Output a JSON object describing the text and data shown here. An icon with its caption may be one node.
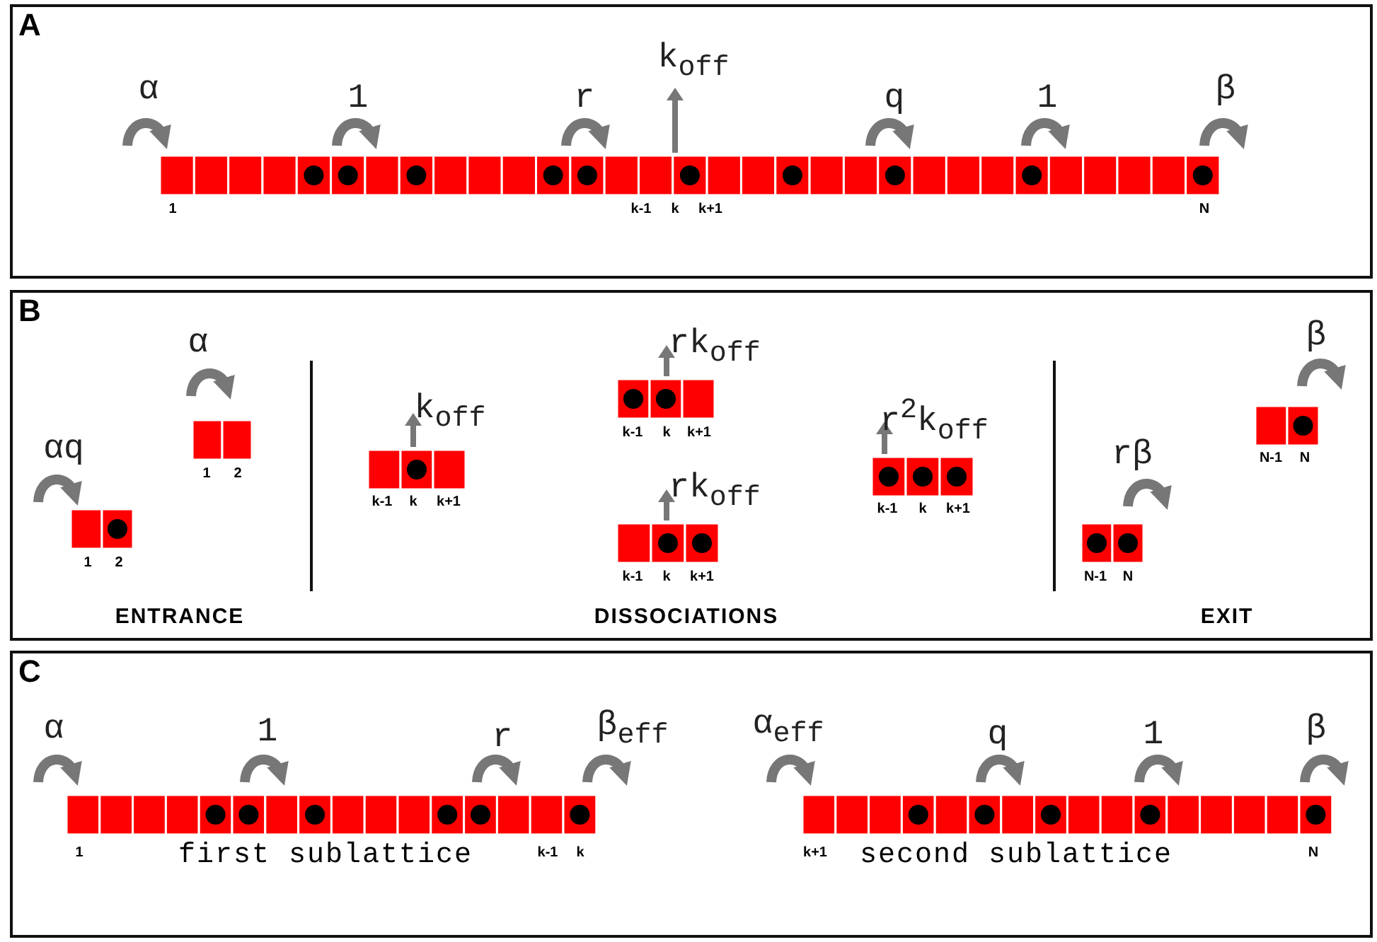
{
  "diagram": {
    "nodes": [
      {
        "text": [
          "A"
        ]
      },
      {
        "text": [
          "B"
        ]
      },
      {
        "text": [
          "C"
        ]
      }
    ],
    "labels": [
      "α",
      "1",
      "r",
      "k$_{off}$",
      "q",
      "1",
      "β",
      "1",
      "k-1",
      "k",
      "k+1",
      "N",
      "α",
      "αq",
      "1",
      "2",
      "1",
      "2",
      "k$_{off}$",
      "k-1",
      "k",
      "k+1",
      "rk$_{off}$",
      "k-1",
      "k",
      "k+1",
      "rk$_{off}$",
      "k-1",
      "k",
      "k+1",
      "r$^{2}$k$_{off}$",
      "k-1",
      "k",
      "k+1",
      "β",
      "rβ",
      "N-1",
      "N",
      "N-1",
      "N",
      "ENTRANCE",
      "DISSOCIATIONS",
      "EXIT",
      "α",
      "1",
      "r",
      "β$_{eff}$",
      "α$_{eff}$",
      "q",
      "1",
      "β",
      "1",
      "first sublattice",
      "k-1",
      "k",
      "k+1",
      "second sublattice",
      "N"
    ]
  }
}
